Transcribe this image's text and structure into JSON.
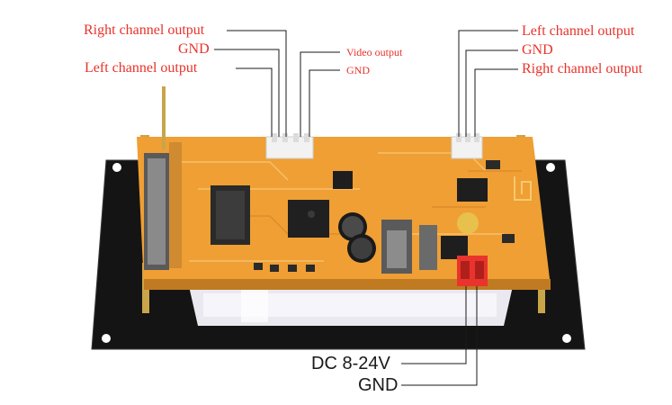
{
  "labels": {
    "left_connector": {
      "right_channel_output": "Right channel output",
      "gnd": "GND",
      "left_channel_output": "Left channel output",
      "video_output": "Video output",
      "video_gnd": "GND"
    },
    "right_connector": {
      "left_channel_output": "Left channel output",
      "gnd": "GND",
      "right_channel_output": "Right channel output"
    },
    "power": {
      "dc_voltage": "DC 8-24V",
      "gnd": "GND"
    }
  },
  "colors": {
    "annotation_red": "#e8322a",
    "pcb_orange": "#f0a23a",
    "mount_plate": "#161616",
    "power_connector": "#e8342c"
  }
}
